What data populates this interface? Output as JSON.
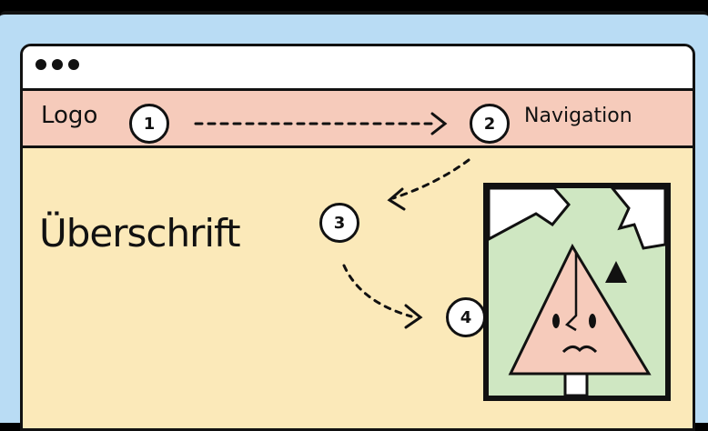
{
  "nav": {
    "logo": "Logo",
    "navigation": "Navigation"
  },
  "main": {
    "heading": "Überschrift"
  },
  "steps": [
    "1",
    "2",
    "3",
    "4"
  ],
  "colors": {
    "background": "#b9dcf4",
    "page": "#fbe9b9",
    "navbar": "#f6cbbb",
    "picture_bg": "#cfe7c2",
    "outline": "#111111"
  }
}
